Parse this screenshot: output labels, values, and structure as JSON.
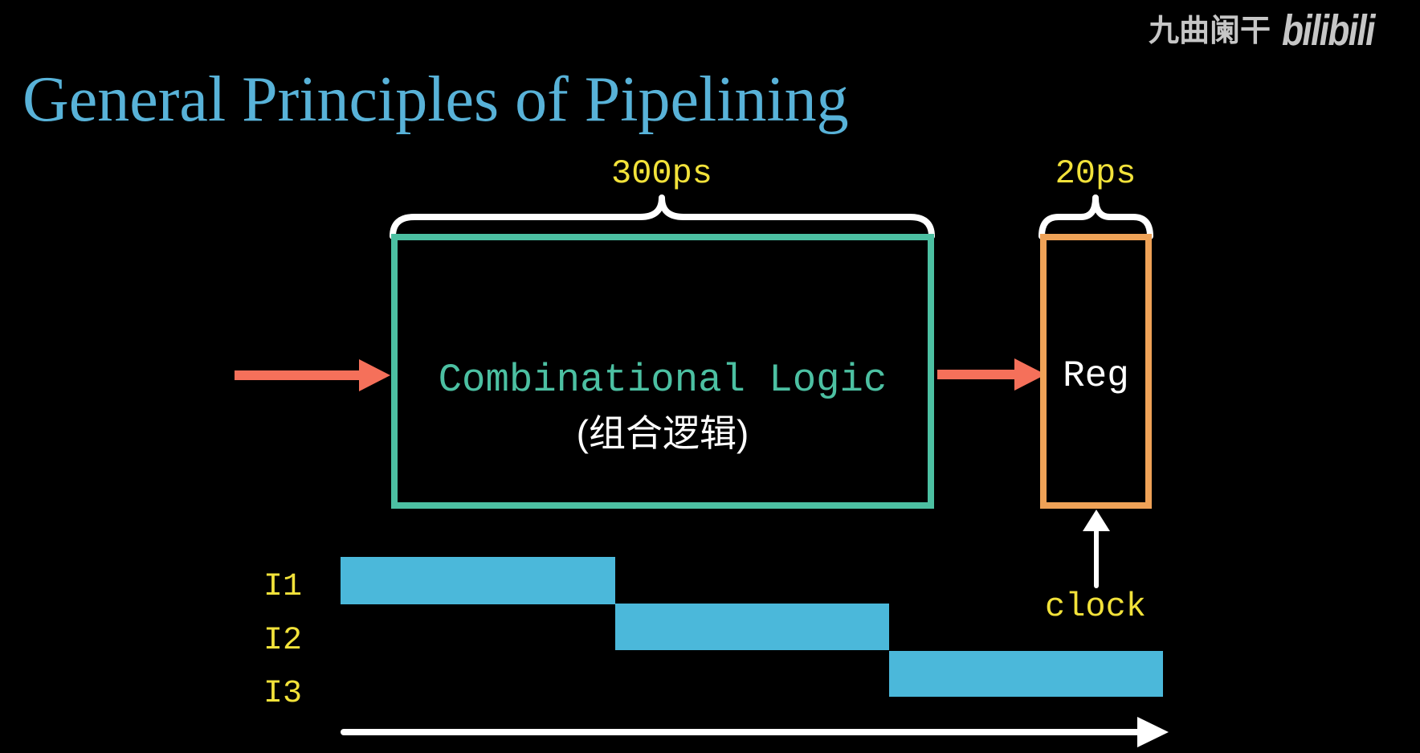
{
  "colors": {
    "background": "#000000",
    "title_blue": "#58B2D8",
    "accent_yellow": "#F2E23A",
    "teal": "#4CC0A2",
    "orange": "#EFA257",
    "salmon": "#F5705A",
    "bar_blue": "#4BB8DA",
    "white": "#FFFFFF",
    "watermark_gray": "#C6C6C6"
  },
  "header": {
    "title": "General Principles of Pipelining",
    "watermark_text": "九曲阑干",
    "watermark_logo": "bilibili"
  },
  "diagram": {
    "combinational_delay": "300ps",
    "register_delay": "20ps",
    "combinational_label": "Combinational Logic",
    "combinational_label_zh": "(组合逻辑)",
    "register_label": "Reg",
    "clock_label": "clock"
  },
  "timeline": {
    "instructions": [
      {
        "label": "I1"
      },
      {
        "label": "I2"
      },
      {
        "label": "I3"
      }
    ]
  }
}
